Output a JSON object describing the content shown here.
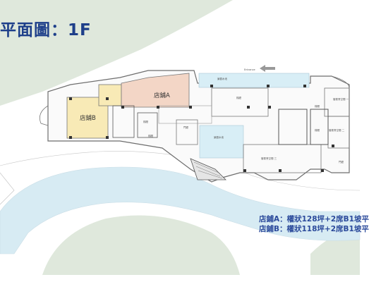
{
  "title": "平面圖：1F",
  "colors": {
    "background": "#ffffff",
    "landscape_green": "#dfe8dc",
    "river": "#d7ebf3",
    "store_a": "#f3d6c6",
    "store_b": "#f8eab6",
    "water_feature": "#d8eef6",
    "title_blue": "#1e3f8a",
    "legend_blue": "#2b4a9b"
  },
  "stores": {
    "store_a": {
      "label": "店鋪A"
    },
    "store_b": {
      "label": "店鋪B"
    }
  },
  "areas": {
    "entrance": "Entrance",
    "water_top": "景觀水池",
    "water_center": "景觀水池",
    "lobby": "梯廳",
    "door_1": "門廳",
    "door_2": "門廳",
    "hall_1": "管委會空間 一",
    "hall_2": "管委會空間 二",
    "hall_3": "管委會空間 三",
    "stair_1": "梯間",
    "stair_2": "梯間",
    "stair_3": "梯間",
    "stair_4": "梯間"
  },
  "legend": {
    "line_a": "店鋪A：權狀128坪+2席B1坡平",
    "line_b": "店鋪B：權狀118坪+2席B1坡平"
  }
}
